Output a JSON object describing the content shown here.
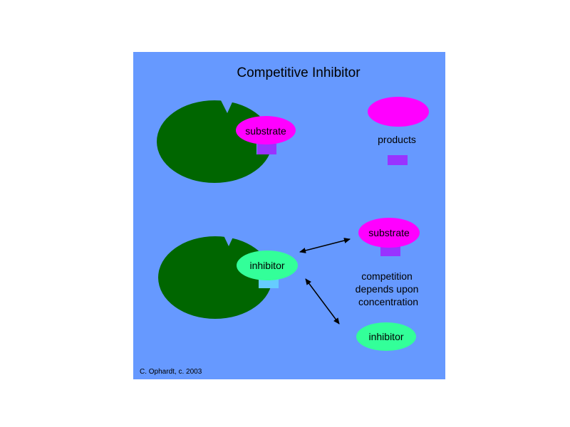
{
  "title": "Competitive Inhibitor",
  "labels": {
    "substrate_top": "substrate",
    "products": "products",
    "substrate_bottom": "substrate",
    "inhibitor_bound": "inhibitor",
    "inhibitor_free": "inhibitor",
    "competition_lines": [
      "competition",
      "depends upon",
      "concentration"
    ]
  },
  "credit": "C. Ophardt, c. 2003",
  "colors": {
    "background": "#6699ff",
    "enzyme": "#006600",
    "substrate": "#ff00ff",
    "inhibitor": "#33ff99",
    "product_block": "#9933ff",
    "inhibitor_block": "#66ccff",
    "text": "#000000"
  }
}
